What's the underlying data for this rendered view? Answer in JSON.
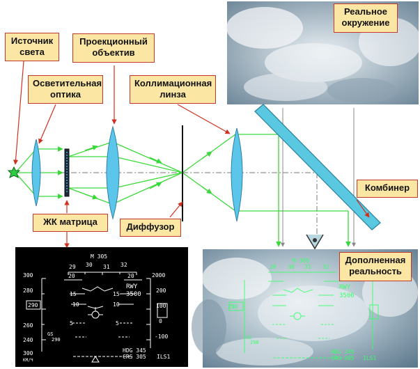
{
  "labels": {
    "light_source": [
      "Источник",
      "света"
    ],
    "illum_optics": [
      "Осветительная",
      "оптика"
    ],
    "proj_lens": [
      "Проекционный",
      "объектив"
    ],
    "collim_lens": [
      "Коллимационная",
      "линза"
    ],
    "real_env": [
      "Реальное",
      "окружение"
    ],
    "combiner": "Комбинер",
    "lcd": "ЖК матрица",
    "diffuser": "Диффузор",
    "augmented": [
      "Дополненная",
      "реальность"
    ]
  },
  "hud": {
    "heading_top": "M 305",
    "heading_scale": [
      "29",
      "30",
      "31",
      "32"
    ],
    "pitch_marks": [
      "20",
      "15",
      "10",
      "5",
      "5"
    ],
    "speed_scale": [
      "300",
      "280",
      "260",
      "240"
    ],
    "speed_box": "290",
    "speed_tick": "300",
    "speed_units": "KM/Ч",
    "gs_label": "GS",
    "gs_value": "290",
    "alt_scale": [
      "2000",
      "200",
      "100",
      "0",
      "-100"
    ],
    "rwy_label": "RWY",
    "rwy_value": "3500",
    "hdg_line": "HDG 345",
    "crs_line": "CRS 305",
    "ils_label": "ILS1"
  },
  "colors": {
    "ray": "#3ad93a",
    "lens": "#5cc6ea",
    "combiner": "#5ac8e0",
    "label_bg": "#fbe7a3",
    "label_border": "#c0392b",
    "hud_green": "#39ff6a",
    "arrow_red": "#d03020"
  }
}
